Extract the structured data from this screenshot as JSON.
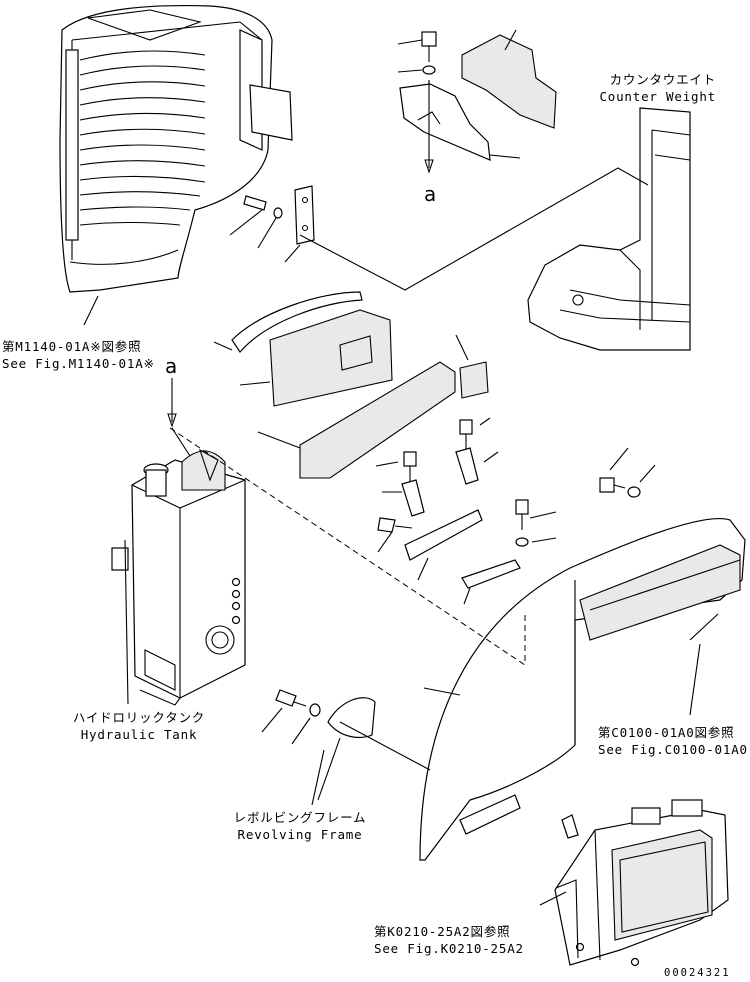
{
  "callouts": {
    "counter_weight_jp": "カウンタウエイト",
    "counter_weight_en": "Counter Weight",
    "ref_m1140_jp": "第M1140-01A※図参照",
    "ref_m1140_en": "See Fig.M1140-01A※",
    "hydraulic_tank_jp": "ハイドロリックタンク",
    "hydraulic_tank_en": "Hydraulic Tank",
    "revolving_frame_jp": "レボルビングフレーム",
    "revolving_frame_en": "Revolving Frame",
    "ref_c0100_jp": "第C0100-01A0図参照",
    "ref_c0100_en": "See Fig.C0100-01A0",
    "ref_k0210_jp": "第K0210-25A2図参照",
    "ref_k0210_en": "See Fig.K0210-25A2"
  },
  "markers": {
    "view_a_top": "a",
    "view_a_left": "a"
  },
  "drawing_number": "00024321"
}
